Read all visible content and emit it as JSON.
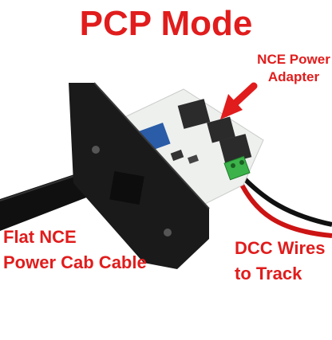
{
  "title": "PCP Mode",
  "labels": {
    "power_adapter": [
      "NCE Power",
      "Adapter"
    ],
    "cab_cable": [
      "Flat NCE",
      "Power Cab Cable"
    ],
    "dcc_wires": [
      "DCC Wires",
      "to Track"
    ]
  },
  "colors": {
    "label_red": "#e11c1c",
    "panel_black": "#1a1a1a",
    "board_white": "#eef0ee",
    "terminal_green": "#3bb34a"
  }
}
